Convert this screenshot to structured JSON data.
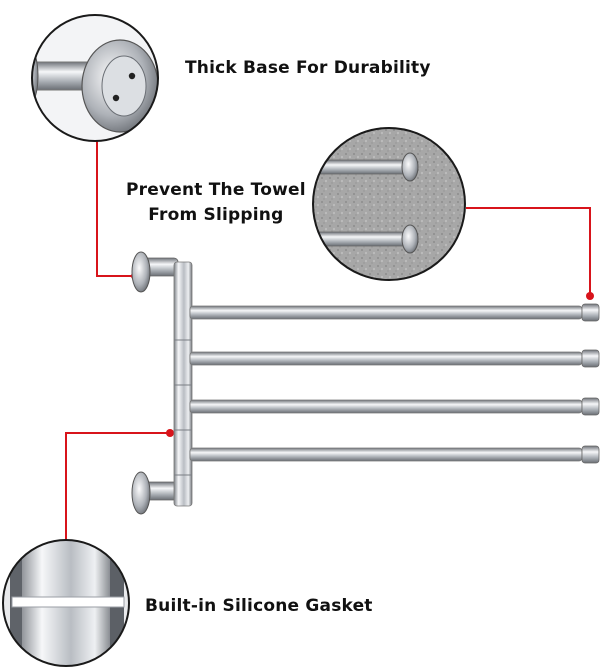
{
  "callouts": {
    "base": "Thick Base For Durability",
    "slip_line1": "Prevent The Towel",
    "slip_line2": "From Slipping",
    "gasket": "Built-in Silicone Gasket"
  },
  "colors": {
    "leader": "#d8141b",
    "chrome_dark": "#8c9096",
    "chrome_light": "#f4f5f7",
    "circle_border": "#1a1a1a",
    "texture": "#a9a9a9"
  },
  "product": {
    "arm_count": 4
  }
}
